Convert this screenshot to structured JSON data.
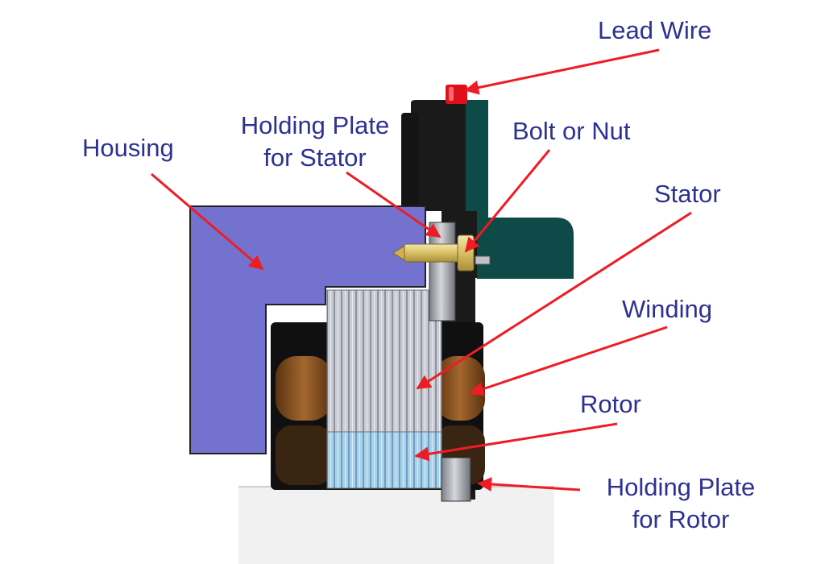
{
  "labels": {
    "lead_wire": "Lead Wire",
    "housing": "Housing",
    "holding_plate_stator": {
      "line1": "Holding Plate",
      "line2": "for Stator"
    },
    "bolt_or_nut": "Bolt or Nut",
    "stator": "Stator",
    "winding": "Winding",
    "rotor": "Rotor",
    "holding_plate_rotor": {
      "line1": "Holding Plate",
      "line2": "for Rotor"
    }
  },
  "colors": {
    "label_text": "#2e3192",
    "arrow": "#ee1c24",
    "housing": "#7373cf",
    "lead_wire_cap": "#e0101a",
    "body_dark": "#1a1a1a",
    "body_teal": "#0d4a48",
    "stator_lamination": "#b8bcc6",
    "rotor_lamination": "#a9d2ea",
    "winding": "#8a4f22",
    "bolt": "#e2cf7e",
    "base": "#f1f1f1"
  }
}
